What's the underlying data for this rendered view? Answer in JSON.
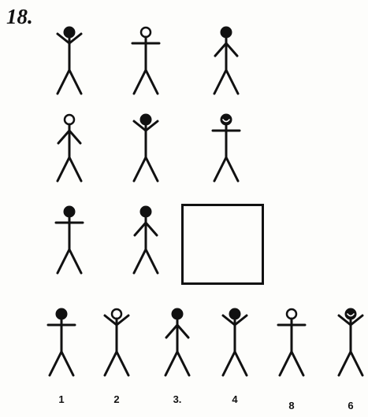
{
  "question": {
    "number": "18."
  },
  "colors": {
    "ink": "#111111",
    "paper": "#fdfdfb"
  },
  "grid": [
    [
      {
        "head": "filled",
        "arms": "up"
      },
      {
        "head": "open",
        "arms": "horizontal"
      },
      {
        "head": "filled",
        "arms": "down"
      }
    ],
    [
      {
        "head": "open",
        "arms": "down"
      },
      {
        "head": "filled",
        "arms": "up"
      },
      {
        "head": "smiley",
        "arms": "horizontal"
      }
    ],
    [
      {
        "head": "filled",
        "arms": "horizontal"
      },
      {
        "head": "filled",
        "arms": "down"
      }
    ]
  ],
  "options": [
    {
      "label": "1",
      "head": "filled",
      "arms": "horizontal"
    },
    {
      "label": "2",
      "head": "open",
      "arms": "up"
    },
    {
      "label": "3.",
      "head": "filled",
      "arms": "down"
    },
    {
      "label": "4",
      "head": "filled",
      "arms": "up"
    },
    {
      "label": "8",
      "head": "open",
      "arms": "horizontal"
    },
    {
      "label": "6",
      "head": "smiley",
      "arms": "up"
    }
  ]
}
